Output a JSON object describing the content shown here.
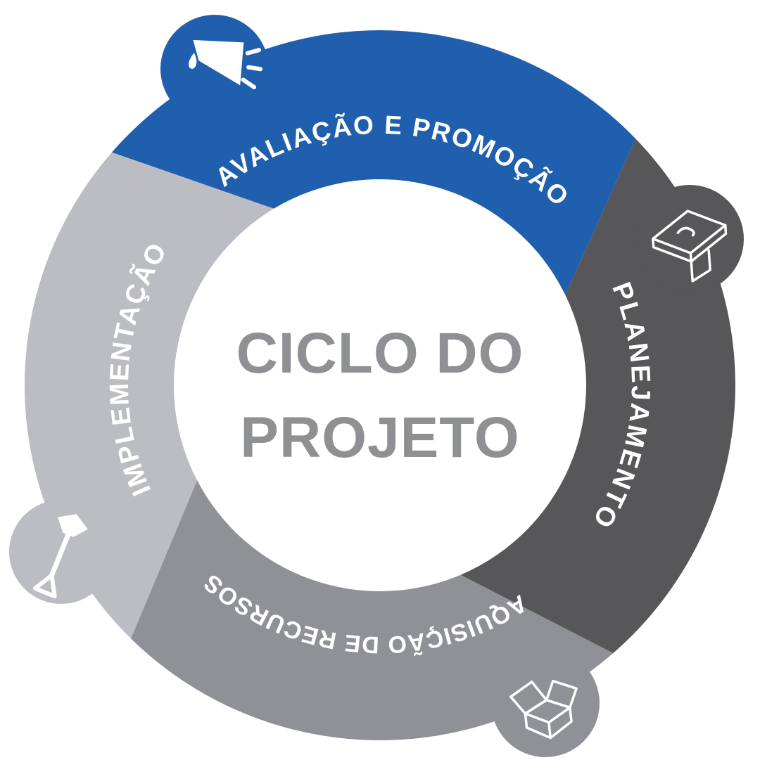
{
  "diagram": {
    "title_line1": "CICLO DO",
    "title_line2": "PROJETO",
    "title_color": "#8e9094",
    "background_color": "#ffffff",
    "label_text_color": "#ffffff"
  },
  "segments": [
    {
      "label": "AVALIAÇÃO E PROMOÇÃO",
      "color": "#1f5fad",
      "icon": "megaphone-icon",
      "position": "top"
    },
    {
      "label": "PLANEJAMENTO",
      "color": "#57575a",
      "icon": "blueprint-box-icon",
      "position": "right"
    },
    {
      "label": "AQUISIÇÃO DE RECURSOS",
      "color": "#909196",
      "icon": "open-box-icon",
      "position": "bottom"
    },
    {
      "label": "IMPLEMENTAÇÃO",
      "color": "#bcbdc3",
      "icon": "shovel-icon",
      "position": "left"
    }
  ]
}
